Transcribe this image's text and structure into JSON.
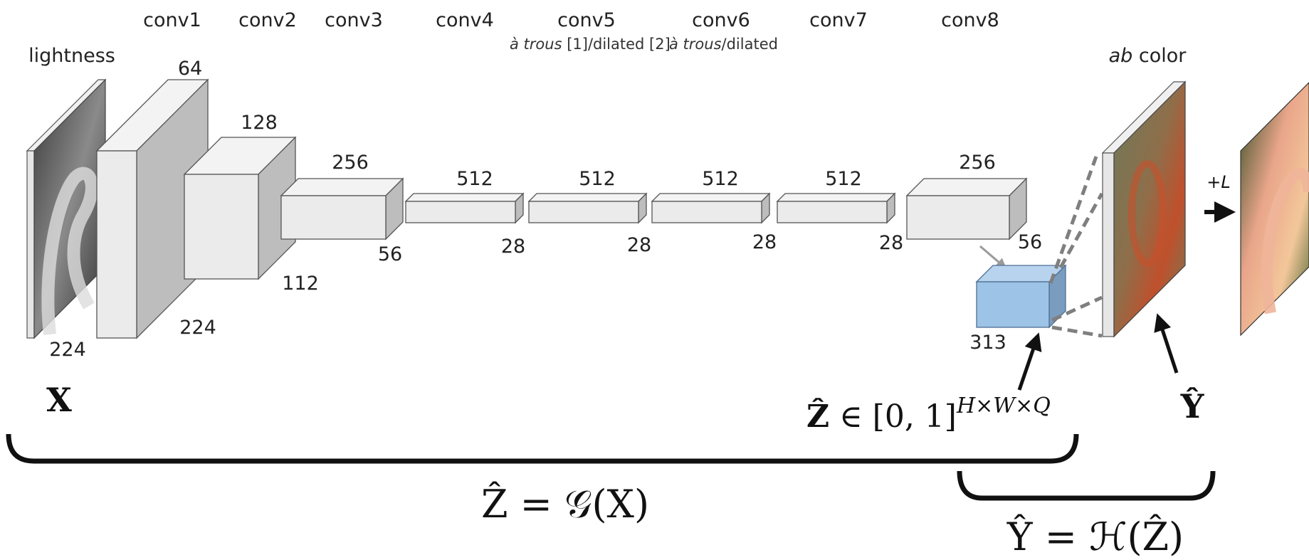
{
  "layers": {
    "conv1": "conv1",
    "conv2": "conv2",
    "conv3": "conv3",
    "conv4": "conv4",
    "conv5": "conv5",
    "conv6": "conv6",
    "conv7": "conv7",
    "conv8": "conv8"
  },
  "notes": {
    "conv5_italic": "à trous",
    "conv5_rest": " [1]/dilated [2]",
    "conv6_italic": "à trous",
    "conv6_rest": "/dilated"
  },
  "input": {
    "label": "lightness",
    "size": "224",
    "symbol": "X"
  },
  "dims": {
    "conv1_depth": "64",
    "conv1_size": "224",
    "conv2_depth": "128",
    "conv2_size": "112",
    "conv3_depth": "256",
    "conv3_size": "56",
    "conv4_depth": "512",
    "conv4_size": "28",
    "conv5_depth": "512",
    "conv5_size": "28",
    "conv6_depth": "512",
    "conv6_size": "28",
    "conv7_depth": "512",
    "conv7_size": "28",
    "conv8_depth": "256",
    "conv8_size": "56",
    "dist_depth": "313"
  },
  "output": {
    "label_italic": "ab",
    "label_rest": " color",
    "plus_l": "+L",
    "symbol": "Ŷ"
  },
  "equations": {
    "z_hat": "Ẑ",
    "z_domain": " ∈ [0, 1]",
    "z_exponent": "H×W×Q",
    "g_eq": "Ẑ = 𝒢(X)",
    "h_eq": "Ŷ = ℋ(Ẑ)"
  },
  "colors": {
    "block_front": "#ebebeb",
    "block_side": "#bdbdbd",
    "dist_front": "#9dc3e6",
    "dist_side": "#7a9cbf",
    "dashed": "#7f7f7f",
    "brace": "#111111"
  }
}
